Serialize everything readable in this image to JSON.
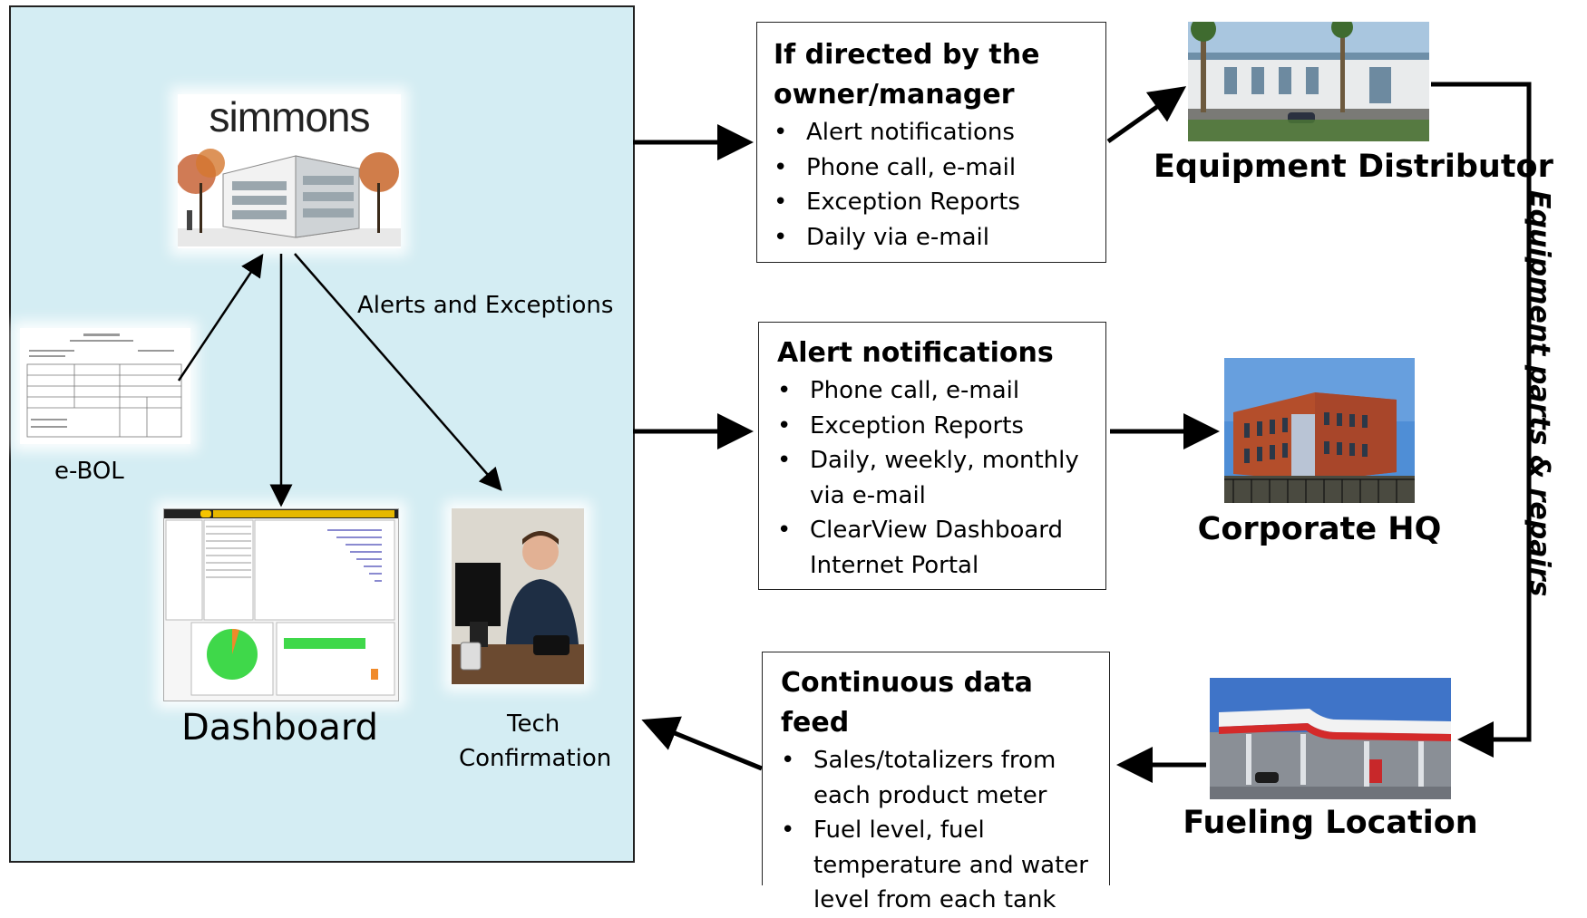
{
  "simmons_logo": "simmons",
  "ebol_label": "e-BOL",
  "dashboard_label": "Dashboard",
  "tech_label_line1": "Tech",
  "tech_label_line2": "Confirmation",
  "alerts_label": "Alerts and Exceptions",
  "box1": {
    "title_line1": "If directed by the",
    "title_line2": "owner/manager",
    "items": [
      "Alert notifications",
      "Phone call, e-mail",
      "Exception Reports",
      "Daily via e-mail"
    ]
  },
  "box2": {
    "title": "Alert notifications",
    "items": [
      "Phone call, e-mail",
      "Exception Reports",
      "Daily, weekly, monthly via e-mail",
      "ClearView Dashboard Internet Portal"
    ]
  },
  "box3": {
    "title": "Continuous data feed",
    "items": [
      "Sales/totalizers from each product meter",
      "Fuel level, fuel temperature and water level from each tank"
    ]
  },
  "equipment_distributor": "Equipment Distributor",
  "corporate_hq": "Corporate HQ",
  "fueling_location": "Fueling Location",
  "side_label": "Equipment parts & repairs"
}
